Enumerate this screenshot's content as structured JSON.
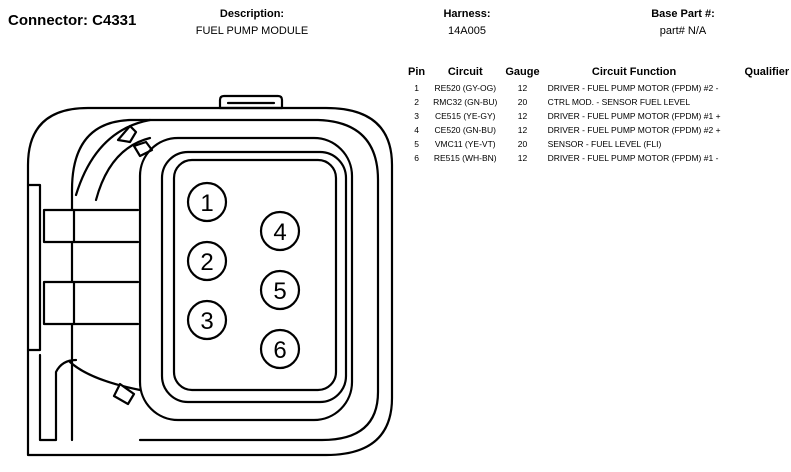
{
  "header": {
    "connector_title": "Connector: C4331",
    "description_label": "Description:",
    "description_value": "FUEL PUMP MODULE",
    "harness_label": "Harness:",
    "harness_value": "14A005",
    "base_part_label": "Base Part #:",
    "base_part_value": "part# N/A"
  },
  "table": {
    "columns": [
      "Pin",
      "Circuit",
      "Gauge",
      "Circuit Function",
      "Qualifier"
    ],
    "rows": [
      {
        "pin": "1",
        "circuit": "RE520 (GY-OG)",
        "gauge": "12",
        "function": "DRIVER - FUEL PUMP MOTOR (FPDM) #2 -",
        "qualifier": ""
      },
      {
        "pin": "2",
        "circuit": "RMC32 (GN-BU)",
        "gauge": "20",
        "function": "CTRL MOD. - SENSOR FUEL LEVEL",
        "qualifier": ""
      },
      {
        "pin": "3",
        "circuit": "CE515 (YE-GY)",
        "gauge": "12",
        "function": "DRIVER - FUEL PUMP MOTOR (FPDM) #1 +",
        "qualifier": ""
      },
      {
        "pin": "4",
        "circuit": "CE520 (GN-BU)",
        "gauge": "12",
        "function": "DRIVER - FUEL PUMP MOTOR (FPDM) #2 +",
        "qualifier": ""
      },
      {
        "pin": "5",
        "circuit": "VMC11 (YE-VT)",
        "gauge": "20",
        "function": "SENSOR - FUEL LEVEL (FLI)",
        "qualifier": ""
      },
      {
        "pin": "6",
        "circuit": "RE515 (WH-BN)",
        "gauge": "12",
        "function": "DRIVER - FUEL PUMP MOTOR (FPDM) #1 -",
        "qualifier": ""
      }
    ]
  },
  "diagram": {
    "pin_labels": [
      "1",
      "2",
      "3",
      "4",
      "5",
      "6"
    ]
  }
}
